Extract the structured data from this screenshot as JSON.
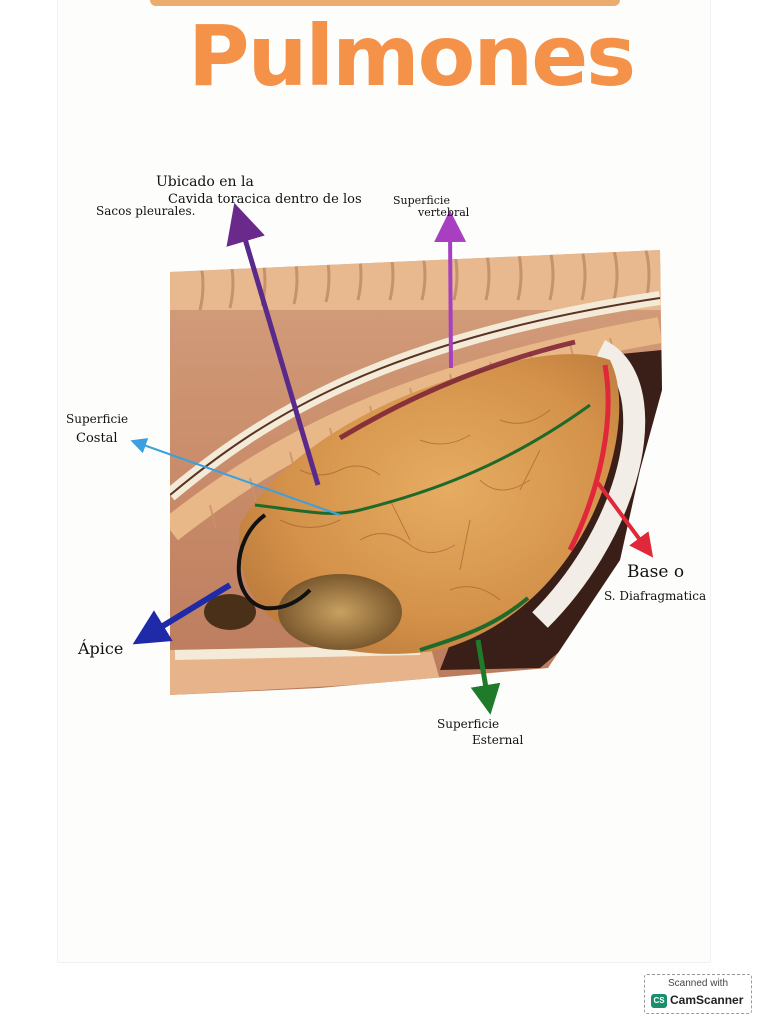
{
  "title": "Pulmones",
  "labels": {
    "ubicado_line1": "Ubicado en la",
    "ubicado_line2": "Cavida toracica dentro de los",
    "ubicado_line3": "Sacos pleurales.",
    "vertebral_line1": "Superficie",
    "vertebral_line2": "vertebral",
    "costal_line1": "Superficie",
    "costal_line2": "Costal",
    "apice": "Ápice",
    "base_line1": "Base o",
    "base_line2": "S. Diafragmatica",
    "esternal_line1": "Superficie",
    "esternal_line2": "Esternal"
  },
  "colors": {
    "title": "#f5924a",
    "purple_arrow": "#6a2a8c",
    "magenta_arrow": "#a83fc0",
    "blue_arrow": "#3aa0e0",
    "navy_arrow": "#1e2aa8",
    "red_arrow": "#e0283a",
    "green_arrow": "#1f7a2a",
    "lung": "#d99a52"
  },
  "scanner": {
    "caption": "Scanned with",
    "logo": "CS",
    "brand": "CamScanner"
  }
}
